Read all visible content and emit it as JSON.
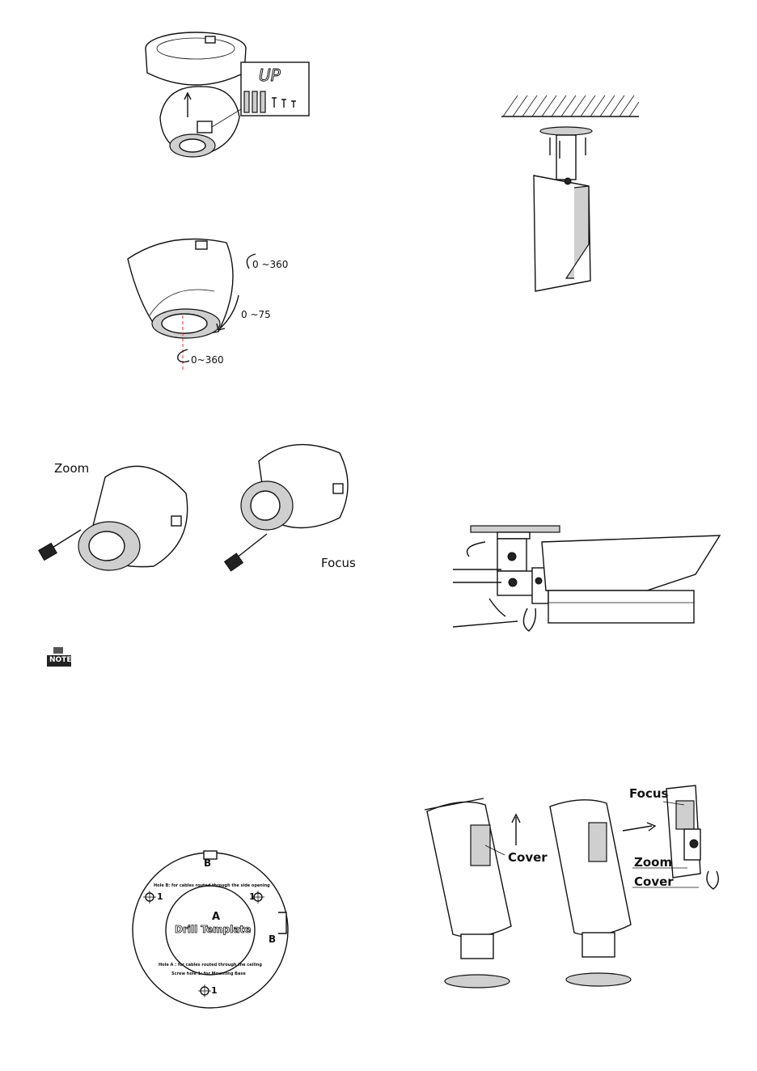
{
  "figures": {
    "dome_base": {
      "label_up": "UP"
    },
    "dome_rotation": {
      "pan": "0 ~360",
      "tilt": "0 ~75",
      "rotate": "0~360"
    },
    "dome_adjust": {
      "zoom": "Zoom",
      "focus": "Focus"
    },
    "note": {
      "icon_text": "NOTE"
    },
    "drill_template": {
      "hole_b_top": "B",
      "hole_b_side": "B",
      "hole_b_note": "Hole B:  for cables routed through the side opening",
      "center": "A",
      "title": "Drill Template",
      "hole_1_left": "1",
      "hole_1_right": "1",
      "hole_1_bottom": "1",
      "hole_a_note": "Hole A :  for cables routed through the ceiling",
      "screw_note": "Screw hole 1: for Mounting Base"
    },
    "bullet_adjust": {
      "cover_left": "Cover",
      "focus": "Focus",
      "zoom": "Zoom",
      "cover_right": "Cover"
    }
  }
}
